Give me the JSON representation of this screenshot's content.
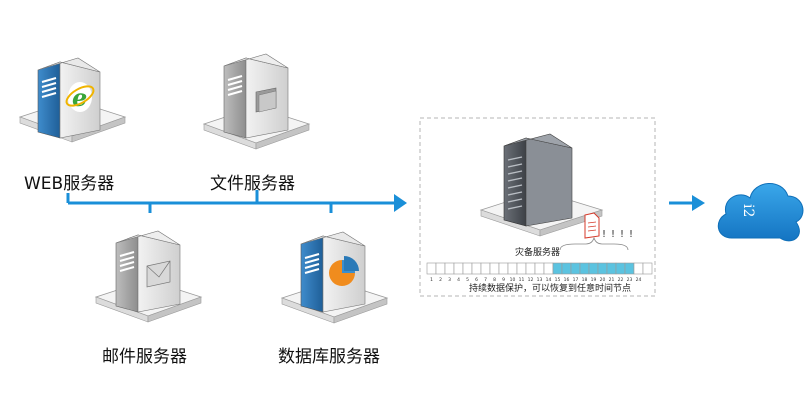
{
  "servers": {
    "web": {
      "label": "WEB服务器",
      "icon": "ie-logo-icon"
    },
    "file": {
      "label": "文件服务器",
      "icon": "folder-icon"
    },
    "mail": {
      "label": "邮件服务器",
      "icon": "mail-icon"
    },
    "database": {
      "label": "数据库服务器",
      "icon": "pie-chart-icon"
    }
  },
  "backup": {
    "label": "灾备服务器",
    "caption": "持续数据保护，可以恢复到任意时间节点",
    "alert_marks": [
      "!",
      "!",
      "!",
      "!"
    ],
    "timeline_ticks": [
      "1",
      "2",
      "3",
      "4",
      "5",
      "6",
      "7",
      "8",
      "9",
      "10",
      "11",
      "12",
      "13",
      "14",
      "15",
      "16",
      "17",
      "18",
      "19",
      "20",
      "21",
      "22",
      "23",
      "24"
    ],
    "highlighted_range": [
      15,
      23
    ]
  },
  "cloud": {
    "text": "i2",
    "icon": "cloud-icon"
  },
  "colors": {
    "arrow": "#1a8fd8",
    "accent_blue": "#2a7ab8",
    "timeline_fill": "#5bc3e0",
    "cloud": "#1e8fd8"
  }
}
